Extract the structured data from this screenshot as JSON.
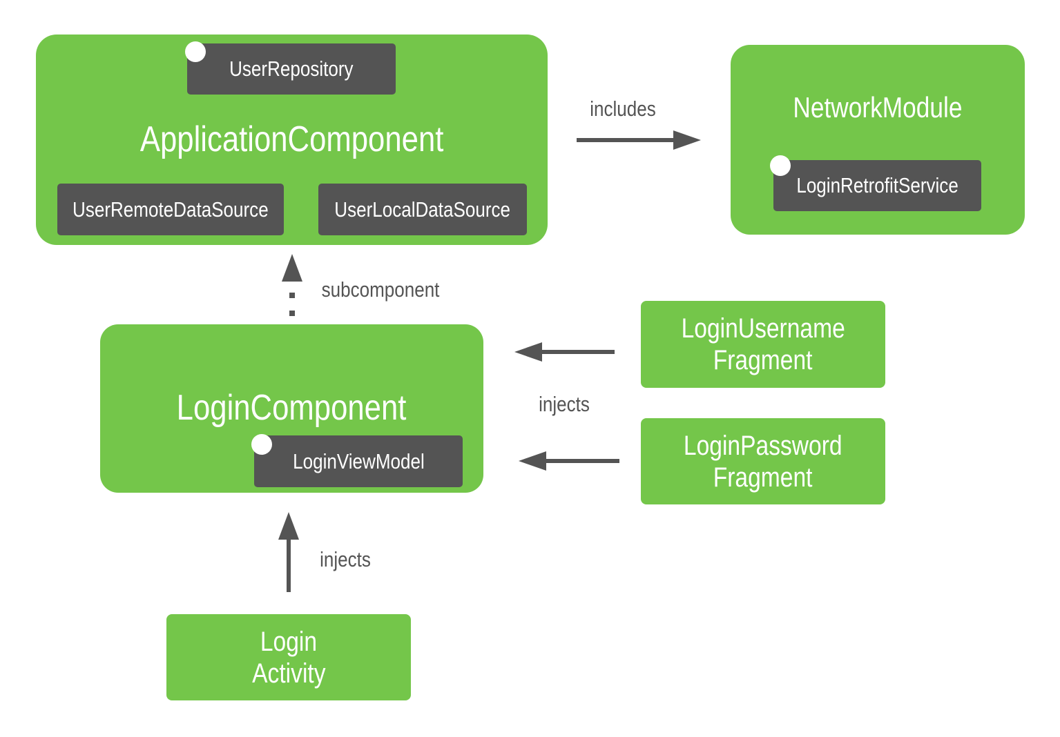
{
  "colors": {
    "component": "#74C64A",
    "binding": "#545454",
    "arrow": "#545454"
  },
  "application_component": {
    "title": "ApplicationComponent",
    "exposed": "UserRepository",
    "bindings": [
      "UserRemoteDataSource",
      "UserLocalDataSource"
    ]
  },
  "network_module": {
    "title": "NetworkModule",
    "exposed": "LoginRetrofitService"
  },
  "login_component": {
    "title": "LoginComponent",
    "exposed": "LoginViewModel"
  },
  "fragments": [
    {
      "line1": "LoginUsername",
      "line2": "Fragment"
    },
    {
      "line1": "LoginPassword",
      "line2": "Fragment"
    }
  ],
  "activity": {
    "line1": "Login",
    "line2": "Activity"
  },
  "edges": {
    "includes": "includes",
    "subcomponent": "subcomponent",
    "injects_fragments": "injects",
    "injects_activity": "injects"
  }
}
